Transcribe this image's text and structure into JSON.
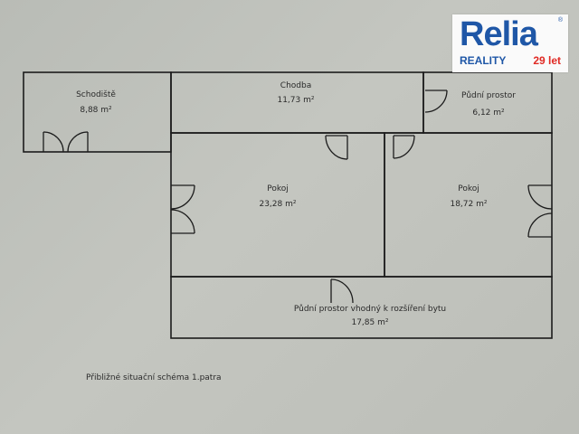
{
  "logo": {
    "brand": "Relia",
    "reg_mark": "®",
    "subtitle": "REALITY",
    "years": "29 let"
  },
  "rooms": [
    {
      "name": "Schodiště",
      "area": "8,88 m²"
    },
    {
      "name": "Chodba",
      "area": "11,73 m²"
    },
    {
      "name": "Půdní prostor",
      "area": "6,12 m²"
    },
    {
      "name": "Pokoj",
      "area": "23,28 m²"
    },
    {
      "name": "Pokoj",
      "area": "18,72 m²"
    },
    {
      "name": "Půdní prostor vhodný k rozšíření bytu",
      "area": "17,85 m²"
    }
  ],
  "caption": "Přibližné situační schéma 1.patra",
  "colors": {
    "logo_blue": "#1f57a7",
    "logo_red": "#e02a24",
    "wall": "#1c1c1c"
  }
}
